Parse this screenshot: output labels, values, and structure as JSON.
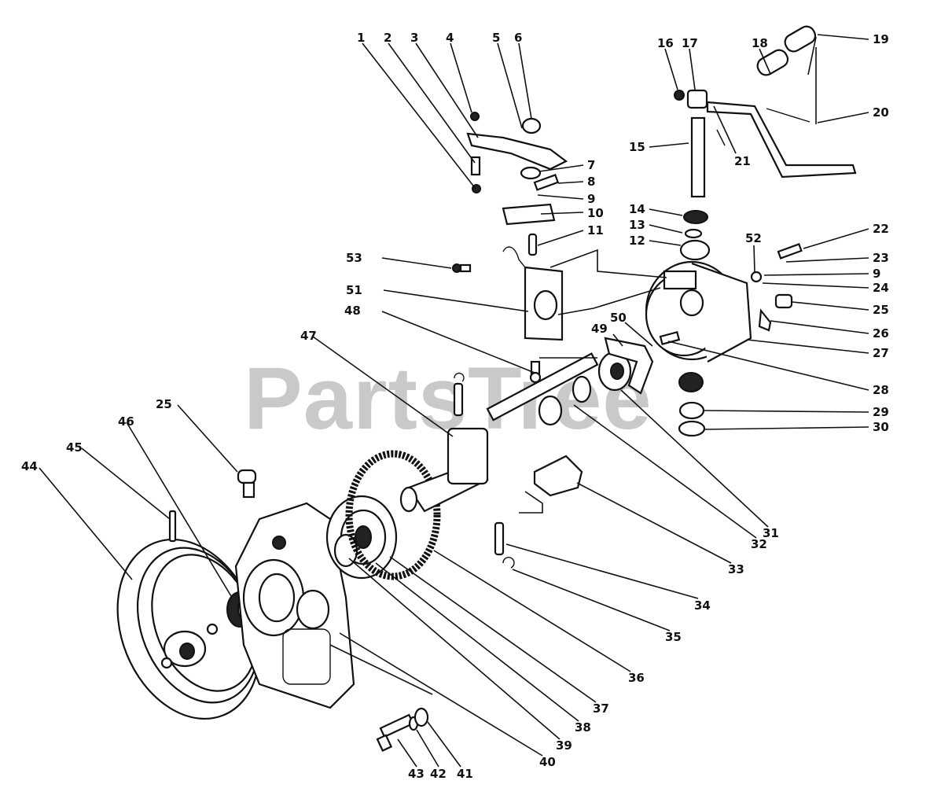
{
  "watermark": "PartsTree",
  "callouts": [
    {
      "n": "1"
    },
    {
      "n": "2"
    },
    {
      "n": "3"
    },
    {
      "n": "4"
    },
    {
      "n": "5"
    },
    {
      "n": "6"
    },
    {
      "n": "7"
    },
    {
      "n": "8"
    },
    {
      "n": "9"
    },
    {
      "n": "10"
    },
    {
      "n": "11"
    },
    {
      "n": "12"
    },
    {
      "n": "13"
    },
    {
      "n": "14"
    },
    {
      "n": "15"
    },
    {
      "n": "16"
    },
    {
      "n": "17"
    },
    {
      "n": "18"
    },
    {
      "n": "19"
    },
    {
      "n": "20"
    },
    {
      "n": "21"
    },
    {
      "n": "22"
    },
    {
      "n": "23"
    },
    {
      "n": "9"
    },
    {
      "n": "24"
    },
    {
      "n": "25"
    },
    {
      "n": "26"
    },
    {
      "n": "27"
    },
    {
      "n": "28"
    },
    {
      "n": "29"
    },
    {
      "n": "30"
    },
    {
      "n": "31"
    },
    {
      "n": "32"
    },
    {
      "n": "33"
    },
    {
      "n": "34"
    },
    {
      "n": "35"
    },
    {
      "n": "36"
    },
    {
      "n": "37"
    },
    {
      "n": "38"
    },
    {
      "n": "39"
    },
    {
      "n": "40"
    },
    {
      "n": "41"
    },
    {
      "n": "42"
    },
    {
      "n": "43"
    },
    {
      "n": "44"
    },
    {
      "n": "45"
    },
    {
      "n": "46"
    },
    {
      "n": "25"
    },
    {
      "n": "47"
    },
    {
      "n": "48"
    },
    {
      "n": "49"
    },
    {
      "n": "50"
    },
    {
      "n": "51"
    },
    {
      "n": "52"
    },
    {
      "n": "53"
    }
  ],
  "colors": {
    "ink": "#111111",
    "paper": "#ffffff",
    "watermark": "#c9c9c9"
  }
}
